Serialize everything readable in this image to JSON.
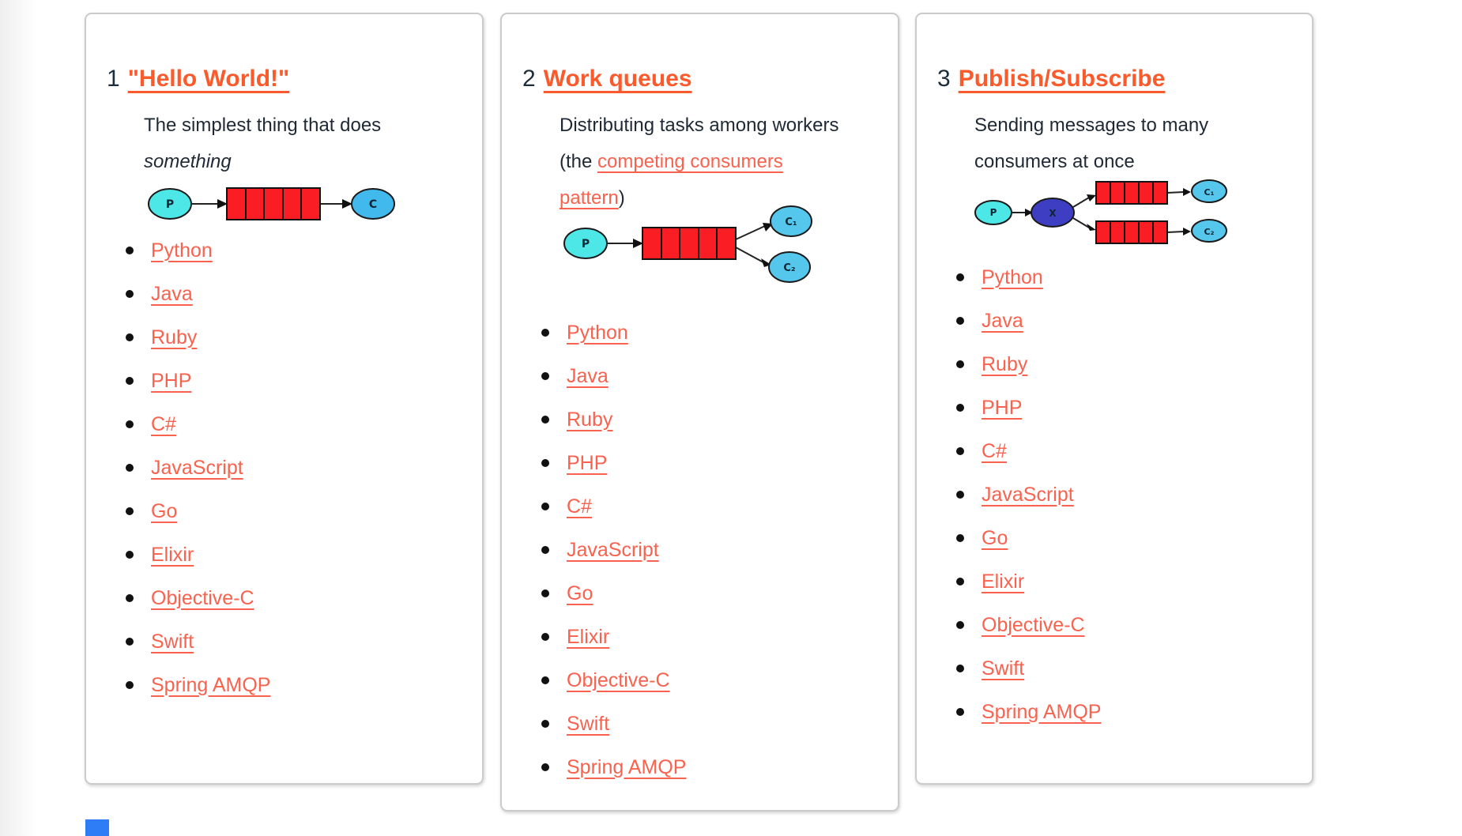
{
  "colors": {
    "heading_orange": "#fb5a2c",
    "link_coral": "#f9624e",
    "text_dark": "#1e2935",
    "card_border": "#cbcbcb",
    "producer_cyan": "#4ee7e7",
    "consumer_blue": "#41b9ec",
    "consumer_light_blue": "#55c6ec",
    "exchange_indigo": "#3d3ec2",
    "queue_red": "#fa1d23",
    "blue_chip": "#2e7cf6"
  },
  "cards": [
    {
      "number": "1",
      "title": "\"Hello World!\"",
      "description": {
        "text": "The simplest thing that does ",
        "emphasis": "something"
      },
      "diagram": {
        "producer_label": "P",
        "consumer_label": "C"
      },
      "links": [
        "Python",
        "Java",
        "Ruby",
        "PHP",
        "C#",
        "JavaScript",
        "Go",
        "Elixir",
        "Objective-C",
        "Swift",
        "Spring AMQP"
      ]
    },
    {
      "number": "2",
      "title": "Work queues",
      "description": {
        "prefix": "Distributing tasks among workers (the ",
        "link": "competing consumers pattern",
        "suffix": ")"
      },
      "diagram": {
        "producer_label": "P",
        "consumer1_label": "C₁",
        "consumer2_label": "C₂"
      },
      "links": [
        "Python",
        "Java",
        "Ruby",
        "PHP",
        "C#",
        "JavaScript",
        "Go",
        "Elixir",
        "Objective-C",
        "Swift",
        "Spring AMQP"
      ]
    },
    {
      "number": "3",
      "title": "Publish/Subscribe",
      "description": {
        "text": "Sending messages to many consumers at once"
      },
      "diagram": {
        "producer_label": "P",
        "exchange_label": "X",
        "consumer1_label": "C₁",
        "consumer2_label": "C₂"
      },
      "links": [
        "Python",
        "Java",
        "Ruby",
        "PHP",
        "C#",
        "JavaScript",
        "Go",
        "Elixir",
        "Objective-C",
        "Swift",
        "Spring AMQP"
      ]
    }
  ]
}
